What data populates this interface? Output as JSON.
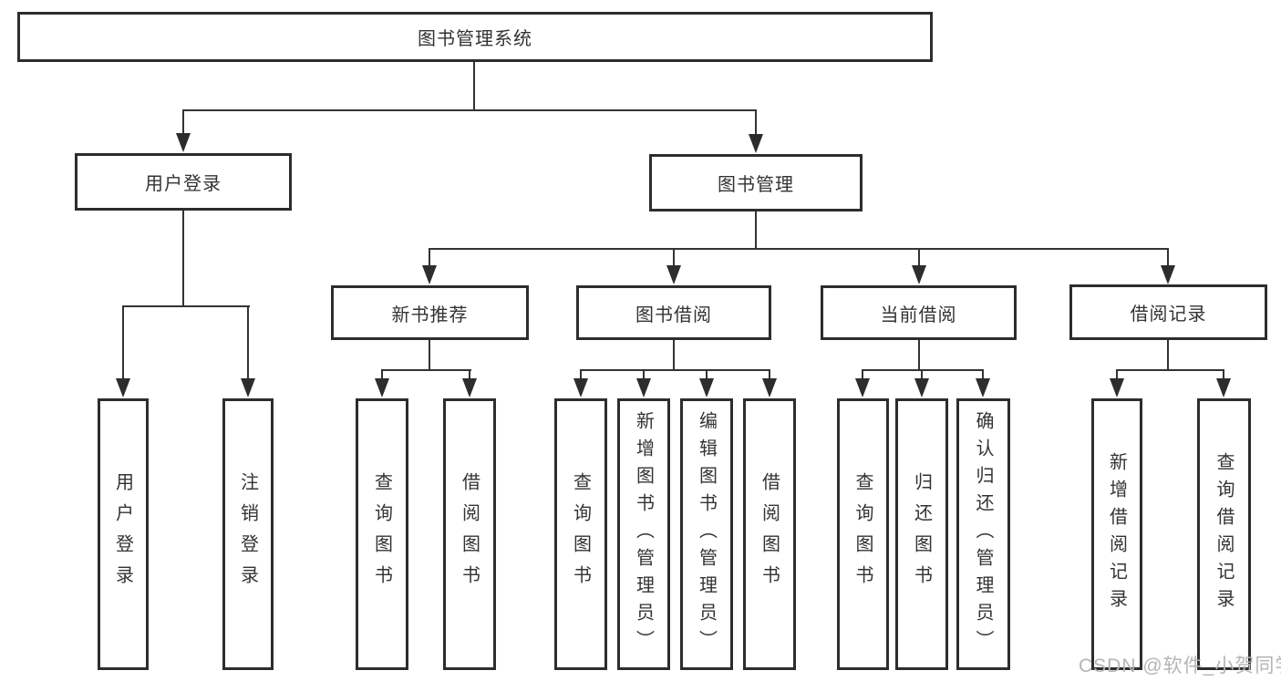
{
  "diagram": {
    "type": "tree-structure-diagram",
    "root": {
      "label": "图书管理系统",
      "children": [
        {
          "label": "用户登录",
          "children": [
            {
              "label": "用户登录"
            },
            {
              "label": "注销登录"
            }
          ]
        },
        {
          "label": "图书管理",
          "children": [
            {
              "label": "新书推荐",
              "children": [
                {
                  "label": "查询图书"
                },
                {
                  "label": "借阅图书"
                }
              ]
            },
            {
              "label": "图书借阅",
              "children": [
                {
                  "label": "查询图书"
                },
                {
                  "label": "新增图书（管理员）"
                },
                {
                  "label": "编辑图书（管理员）"
                },
                {
                  "label": "借阅图书"
                }
              ]
            },
            {
              "label": "当前借阅",
              "children": [
                {
                  "label": "查询图书"
                },
                {
                  "label": "归还图书"
                },
                {
                  "label": "确认归还（管理员）"
                }
              ]
            },
            {
              "label": "借阅记录",
              "children": [
                {
                  "label": "新增借阅记录"
                },
                {
                  "label": "查询借阅记录"
                }
              ]
            }
          ]
        }
      ]
    }
  },
  "watermark": {
    "text": "CSDN @软件_小贺同学"
  },
  "colors": {
    "box_border": "#2d2d2d",
    "connector_line": "#333333",
    "text": "#333333",
    "watermark_text": "#b5b5b5",
    "background": "#ffffff"
  }
}
